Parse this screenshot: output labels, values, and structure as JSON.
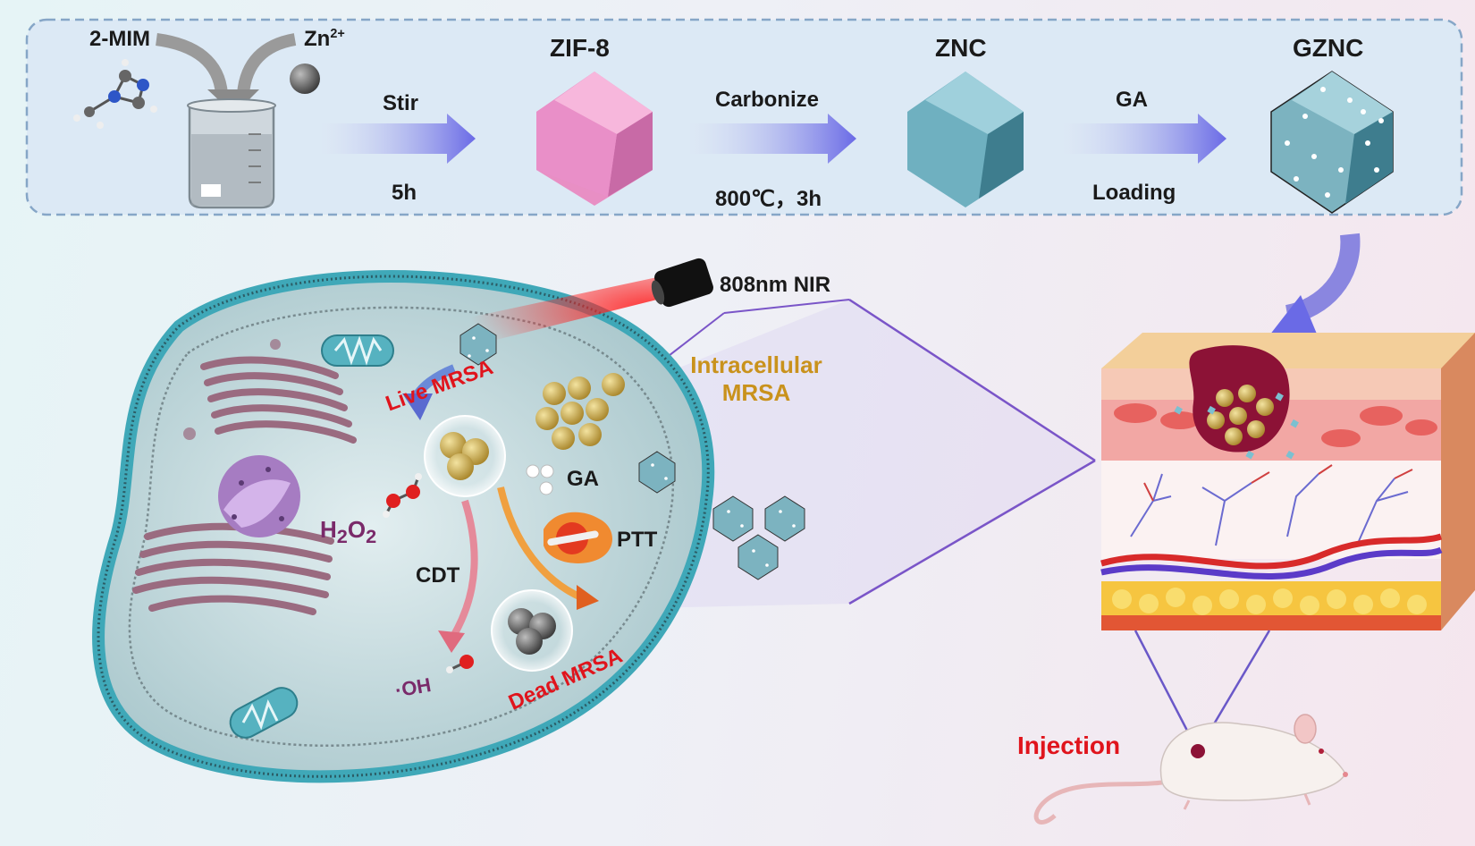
{
  "synthesis": {
    "reagent_1": "2-MIM",
    "reagent_2": "Zn",
    "reagent_2_charge": "2+",
    "step_1_top": "Stir",
    "step_1_bottom": "5h",
    "product_1": "ZIF-8",
    "step_2_top": "Carbonize",
    "step_2_bottom": "800℃，3h",
    "product_2": "ZNC",
    "step_3_top": "GA",
    "step_3_bottom": "Loading",
    "product_3": "GZNC"
  },
  "cell": {
    "laser_label": "808nm NIR",
    "intracellular_label_1": "Intracellular",
    "intracellular_label_2": "MRSA",
    "live_label": "Live MRSA",
    "dead_label": "Dead MRSA",
    "ga_label": "GA",
    "ptt_label": "PTT",
    "cdt_label": "CDT",
    "h2o2_label": "H",
    "h2o2_sub_1": "2",
    "h2o2_mid": "O",
    "h2o2_sub_2": "2",
    "oh_label": "·OH"
  },
  "tissue": {
    "injection_label": "Injection"
  },
  "colors": {
    "zif8": "#e88fc4",
    "znc": "#6fb0c0",
    "membrane": "#4fb7c7",
    "mrsa": "#c9a23c",
    "red_label": "#e0141c",
    "gold_label": "#c9921c",
    "arrow": "#6a6ae6"
  }
}
